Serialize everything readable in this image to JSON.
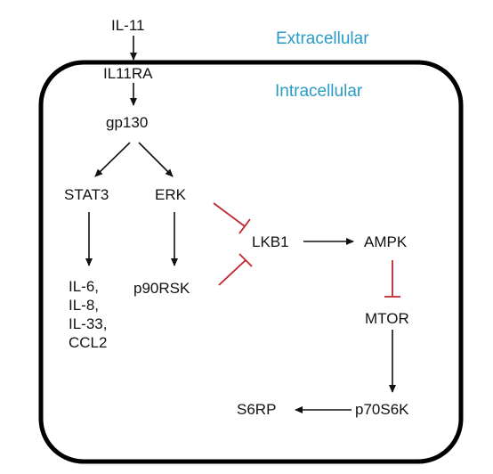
{
  "colors": {
    "zone_label": "#2a9bc4",
    "activation": "#111111",
    "inhibition": "#c0262d",
    "cell_border": "#000000"
  },
  "zones": {
    "extracellular": "Extracellular",
    "intracellular": "Intracellular"
  },
  "nodes": {
    "il11": "IL-11",
    "il11ra": "IL11RA",
    "gp130": "gp130",
    "stat3": "STAT3",
    "erk": "ERK",
    "cytokines": [
      "IL-6,",
      "IL-8,",
      "IL-33,",
      "CCL2"
    ],
    "p90rsk": "p90RSK",
    "lkb1": "LKB1",
    "ampk": "AMPK",
    "mtor": "MTOR",
    "p70s6k": "p70S6K",
    "s6rp": "S6RP"
  },
  "edges": [
    {
      "from": "il11",
      "to": "il11ra",
      "type": "activation"
    },
    {
      "from": "il11ra",
      "to": "gp130",
      "type": "activation"
    },
    {
      "from": "gp130",
      "to": "stat3",
      "type": "activation"
    },
    {
      "from": "gp130",
      "to": "erk",
      "type": "activation"
    },
    {
      "from": "stat3",
      "to": "cytokines",
      "type": "activation"
    },
    {
      "from": "erk",
      "to": "p90rsk",
      "type": "activation"
    },
    {
      "from": "erk",
      "to": "lkb1",
      "type": "inhibition"
    },
    {
      "from": "p90rsk",
      "to": "lkb1",
      "type": "inhibition"
    },
    {
      "from": "lkb1",
      "to": "ampk",
      "type": "activation"
    },
    {
      "from": "ampk",
      "to": "mtor",
      "type": "inhibition"
    },
    {
      "from": "mtor",
      "to": "p70s6k",
      "type": "activation"
    },
    {
      "from": "p70s6k",
      "to": "s6rp",
      "type": "activation"
    }
  ]
}
